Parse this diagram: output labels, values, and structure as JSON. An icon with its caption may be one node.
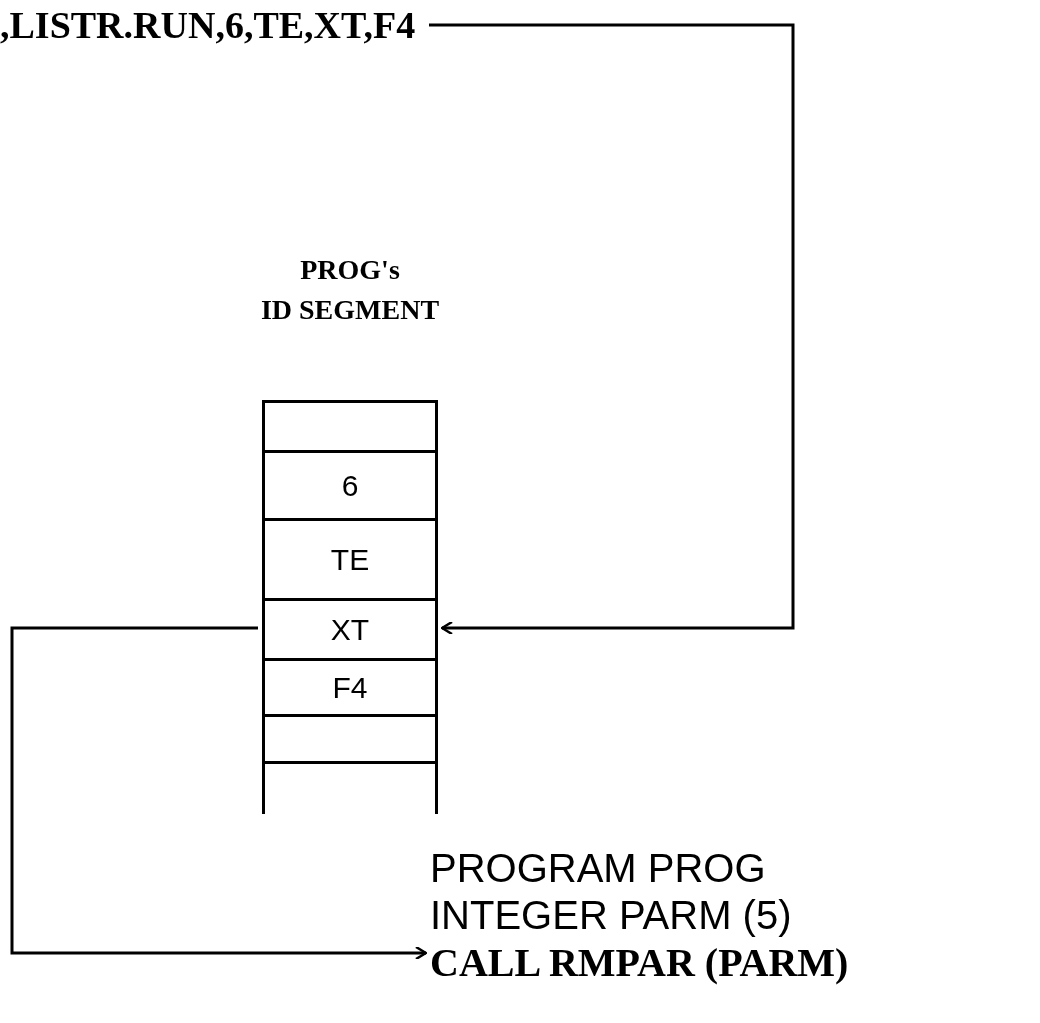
{
  "diagram": {
    "nodes": [
      {
        "text": [
          ",LISTR.RUN,6,TE,XT,F4"
        ]
      },
      {
        "text": [
          "PROG's ID SEGMENT"
        ]
      },
      {
        "text": [],
        "shape": "box",
        "in": 1
      },
      {
        "text": [
          "6"
        ],
        "in": 1
      },
      {
        "text": [
          "TE"
        ],
        "in": 1
      },
      {
        "text": [
          "XT"
        ],
        "in": 1
      },
      {
        "text": [
          "F4"
        ],
        "in": 1
      },
      {
        "text": [],
        "shape": "box",
        "in": 1
      },
      {
        "text": [
          "PROGRAM PROG",
          "INTEGER PARM (5)",
          "CALL RMPAR (PARM)"
        ]
      }
    ],
    "edges": [
      {
        "from": 0,
        "to": 5,
        "arrow": "to"
      },
      {
        "from": 5,
        "to": 8,
        "arrow": "to"
      }
    ]
  }
}
